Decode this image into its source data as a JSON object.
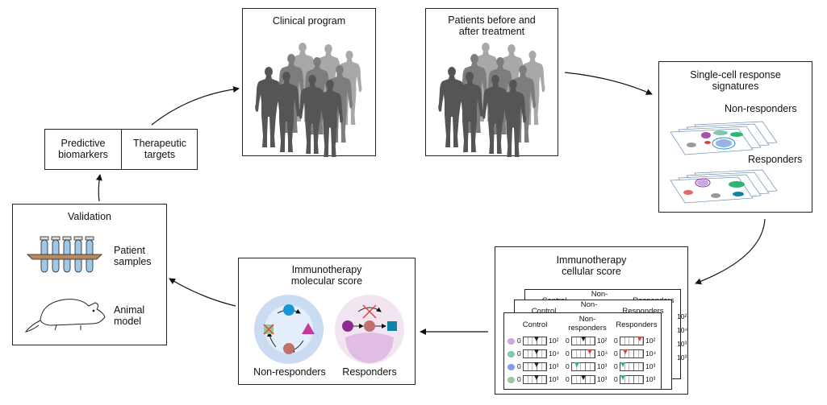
{
  "clinical": {
    "title": "Clinical program"
  },
  "patients": {
    "title_line1": "Patients before and",
    "title_line2": "after treatment"
  },
  "signatures": {
    "title_line1": "Single-cell response",
    "title_line2": "signatures",
    "non_responders": "Non-responders",
    "responders": "Responders"
  },
  "cellular": {
    "title_line1": "Immunotherapy",
    "title_line2": "cellular score",
    "back_headers": {
      "control": "Control",
      "non_line1": "Non-",
      "responders": "Responders"
    },
    "headers": {
      "control": "Control",
      "non_line1": "Non-",
      "non_line2": "responders",
      "responders": "Responders"
    },
    "rows": [
      {
        "zero_a": "0",
        "max_a": "10²",
        "zero_b": "0",
        "max_b": "10²",
        "zero_c": "0",
        "max_c": "10²"
      },
      {
        "zero_a": "0",
        "max_a": "10⁴",
        "zero_b": "0",
        "max_b": "10⁴",
        "zero_c": "0",
        "max_c": "10⁴"
      },
      {
        "zero_a": "0",
        "max_a": "10³",
        "zero_b": "0",
        "max_b": "10³",
        "zero_c": "0",
        "max_c": "10³"
      },
      {
        "zero_a": "0",
        "max_a": "10³",
        "zero_b": "0",
        "max_b": "10³",
        "zero_c": "0",
        "max_c": "10³"
      }
    ],
    "back_max": [
      "10²",
      "10⁴",
      "10³",
      "10³"
    ]
  },
  "molecular": {
    "title_line1": "Immunotherapy",
    "title_line2": "molecular score",
    "non_responders": "Non-responders",
    "responders": "Responders"
  },
  "validation": {
    "title": "Validation",
    "patient_line1": "Patient",
    "patient_line2": "samples",
    "animal_line1": "Animal",
    "animal_line2": "model"
  },
  "outcomes": {
    "biomarkers_line1": "Predictive",
    "biomarkers_line2": "biomarkers",
    "targets_line1": "Therapeutic",
    "targets_line2": "targets"
  },
  "colors": {
    "row_markers": [
      "#c9a6e6",
      "#7fc8b2",
      "#7f9fe0",
      "#9cc59a"
    ],
    "flag_red": "#d9453b",
    "flag_green": "#2bb673",
    "flag_black": "#222222",
    "node_blue": "#1797d2",
    "node_purple": "#8e2a91",
    "node_rose": "#c2706f",
    "node_magenta": "#c7389b",
    "node_teal": "#1283a8",
    "cell_outer": "#c9dcf1",
    "cell_inner": "#e3eefa",
    "cell_pink": "#f2e5f2",
    "cell_pink_inner": "#e2bde3",
    "silhouette_dark": "#555555",
    "silhouette_mid": "#7d7d7d",
    "silhouette_light": "#a8a8a8"
  }
}
